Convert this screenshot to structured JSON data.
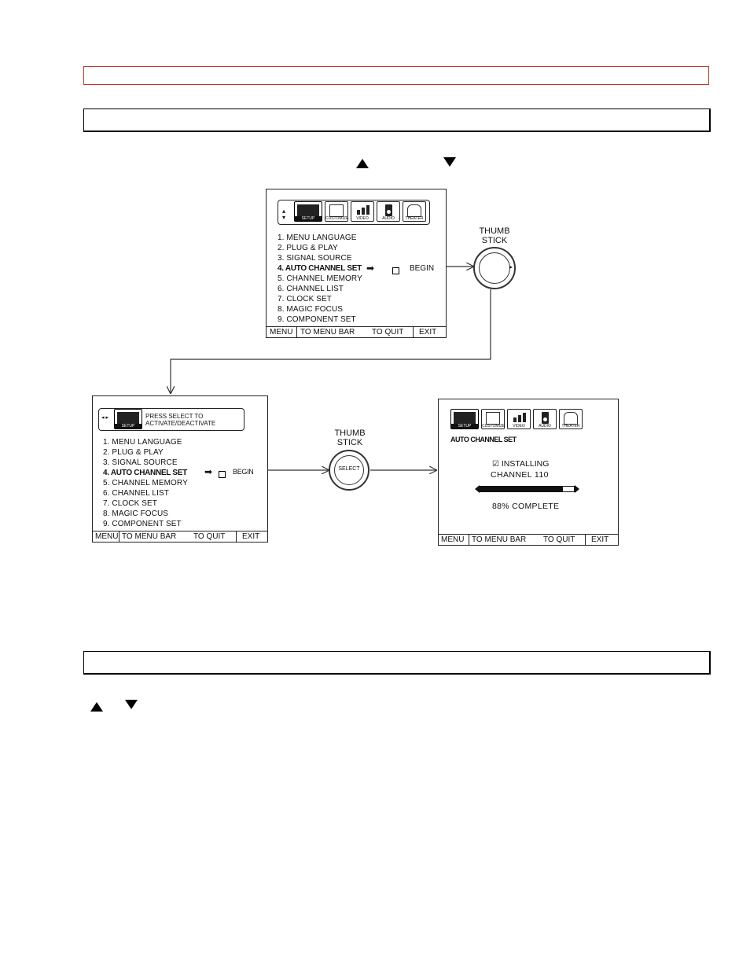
{
  "screens": {
    "top": {
      "menu_items": [
        "1. MENU LANGUAGE",
        "2. PLUG & PLAY",
        "3. SIGNAL SOURCE",
        "4. AUTO CHANNEL SET",
        "5. CHANNEL MEMORY",
        "6. CHANNEL LIST",
        "7. CLOCK SET",
        "8. MAGIC FOCUS",
        "9. COMPONENT SET"
      ],
      "begin_label": "BEGIN"
    },
    "left": {
      "prompt_line1": "PRESS SELECT TO",
      "prompt_line2": "ACTIVATE/DEACTIVATE",
      "menu_items": [
        "1. MENU LANGUAGE",
        "2. PLUG & PLAY",
        "3. SIGNAL SOURCE",
        "4. AUTO CHANNEL SET",
        "5. CHANNEL MEMORY",
        "6. CHANNEL LIST",
        "7. CLOCK SET",
        "8. MAGIC FOCUS",
        "9. COMPONENT SET"
      ],
      "begin_label": "BEGIN"
    },
    "right": {
      "title": "AUTO CHANNEL SET",
      "installing": "INSTALLING",
      "channel": "CHANNEL 110",
      "progress_fraction": 0.88,
      "complete": "88% COMPLETE"
    }
  },
  "icons": {
    "setup": "SETUP",
    "customize": "CUSTOMIZE",
    "video": "VIDEO",
    "audio": "AUDIO",
    "theater": "THEATER"
  },
  "footer": {
    "menu": "MENU",
    "to_menu_bar": "TO MENU BAR",
    "to_quit": "TO QUIT",
    "exit": "EXIT"
  },
  "thumb_stick": {
    "line1": "THUMB",
    "line2": "STICK",
    "select": "SELECT"
  }
}
